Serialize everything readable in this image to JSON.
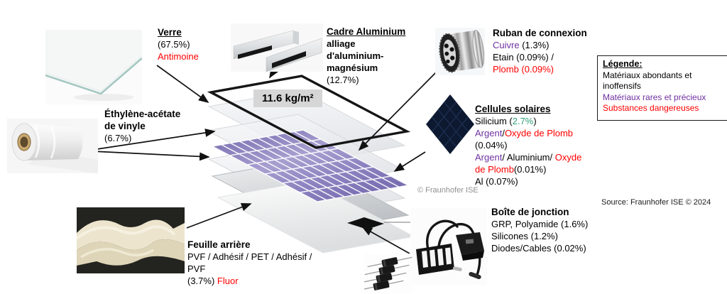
{
  "panel": {
    "weight_label": "11.6 kg/m²",
    "watermark": "© Fraunhofer ISE"
  },
  "source": "Source: Fraunhofer ISE © 2024",
  "labels": {
    "verre": {
      "title": "Verre",
      "pct": "(67.5%)",
      "hazard": "Antimoine"
    },
    "cadre": {
      "title": "Cadre Aluminium",
      "alloy": "alliage d'aluminium-magnésium",
      "pct": "(12.7%)"
    },
    "ruban": {
      "title": "Ruban de connexion",
      "copper": "Cuivre",
      "copper_pct": "(1.3%)",
      "tin": "Etain (0.09%) /",
      "lead": "Plomb (0.09%)"
    },
    "cellules": {
      "title": "Cellules solaires",
      "l1a": "Silicium (",
      "l1b": "2.7%",
      "l1c": ")",
      "l2a": "Argent",
      "l2b": "/",
      "l2c": "Oxyde de Plomb",
      "l3": "(0.04%)",
      "l4a": "Argent",
      "l4b": "/ Aluminium/ ",
      "l4c": "Oxyde",
      "l5a": "de Plomb",
      "l5b": "(0.01%)",
      "l6": "Al (0.07%)"
    },
    "eva": {
      "title": "Éthylène-acétate de vinyle",
      "pct": "(6.7%)"
    },
    "feuille": {
      "title": "Feuille arrière",
      "l1": "PVF / Adhésif / PET / Adhésif /",
      "l2": "PVF",
      "l3a": "(3.7%)",
      "l3b": "Fluor"
    },
    "boite": {
      "title": "Boîte de jonction",
      "l1": "GRP, Polyamide (1.6%)",
      "l2": "Silicones (1.2%)",
      "l3": "Diodes/Cables (0.02%)"
    }
  },
  "legend": {
    "title": "Légende:",
    "items": [
      {
        "text": "Matériaux abondants et inoffensifs",
        "color": "#000000"
      },
      {
        "text": "Matériaux rares et précieux",
        "color": "#7030a0"
      },
      {
        "text": "Substances dangereuses",
        "color": "#ff0000"
      }
    ]
  },
  "colors": {
    "abundant": "#000000",
    "rare_precious": "#7030a0",
    "dangerous": "#ff0000",
    "silicon_pct": "#2e9e78",
    "cell_purple": "#6c60a8"
  }
}
